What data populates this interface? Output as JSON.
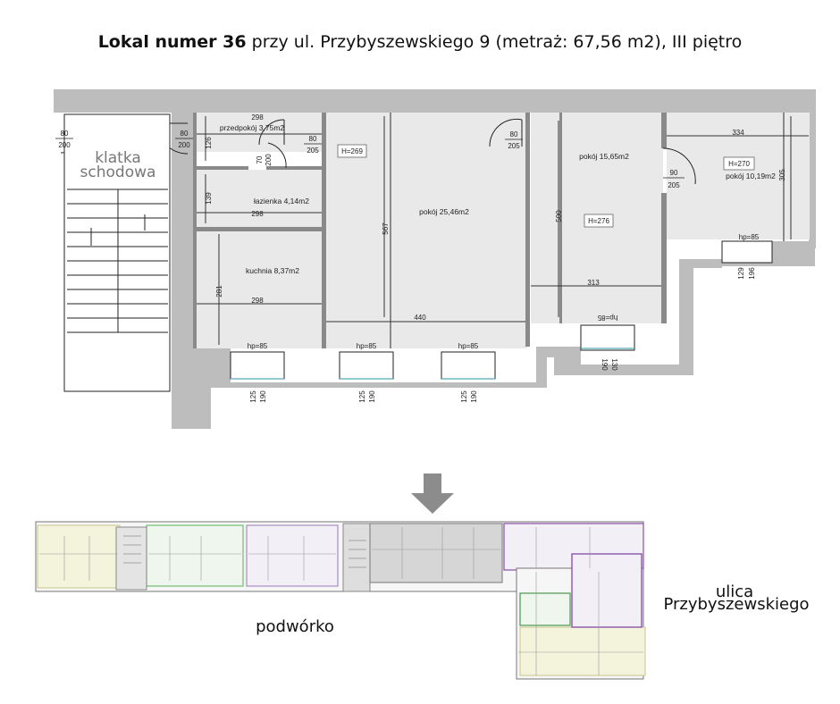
{
  "header": {
    "title_bold": "Lokal numer 36",
    "title_rest": " przy ul. Przybyszewskiego 9 (metraż: 67,56 m2), III piętro"
  },
  "plan": {
    "stair_label_1": "klatka",
    "stair_label_2": "schodowa",
    "rooms": {
      "hall": "przedpokój 3,75m2",
      "bath": "łazienka 4,14m2",
      "kitchen": "kuchnia 8,37m2",
      "room25": "pokój 25,46m2",
      "room15": "pokój 15,65m2",
      "room10": "pokój 10,19m2"
    },
    "heights": {
      "h269": "H=269",
      "h276": "H=276",
      "h270": "H=270"
    },
    "dims": {
      "d298a": "298",
      "d298b": "298",
      "d298c": "298",
      "d126": "126",
      "d139": "139",
      "d281": "281",
      "d567": "567",
      "d440": "440",
      "d500": "500",
      "d313": "313",
      "d334": "334",
      "d305": "305",
      "door80a_w": "80",
      "door80a_h": "200",
      "door80b_w": "80",
      "door80b_h": "200",
      "door80c_w": "80",
      "door80c_h": "205",
      "door80d_w": "80",
      "door80d_h": "205",
      "door70_w": "70",
      "door70_h": "200",
      "door90_w": "90",
      "door90_h": "205",
      "hp1": "hp=85",
      "hp2": "hp=85",
      "hp3": "hp=85",
      "hp4": "hp=85",
      "hp5": "hp=85",
      "win1a": "125",
      "win1b": "190",
      "win2a": "125",
      "win2b": "190",
      "win3a": "125",
      "win3b": "190",
      "win4a": "190",
      "win4b": "130",
      "win5a": "129",
      "win5b": "196"
    }
  },
  "overview": {
    "courtyard_label": "podwórko",
    "street_label_1": "ulica",
    "street_label_2": "Przybyszewskiego"
  }
}
